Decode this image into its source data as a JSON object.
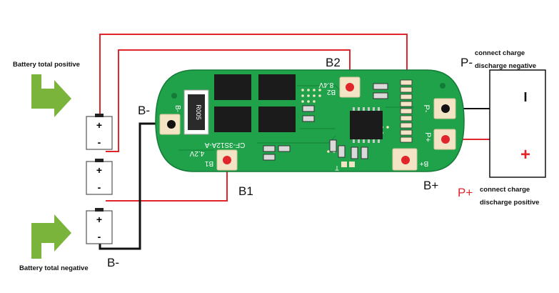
{
  "labels": {
    "battery_total_positive": "Battery total positive",
    "battery_total_negative": "Battery total negative",
    "b_minus_top": "B-",
    "b_minus_bottom": "B-",
    "b1": "B1",
    "b2": "B2",
    "b_plus": "B+",
    "p_minus": "P-",
    "p_minus_desc_1": "connect charge",
    "p_minus_desc_2": "discharge negative",
    "p_plus": "P+",
    "p_plus_desc_1": "connect charge",
    "p_plus_desc_2": "discharge positive",
    "load_minus_symbol": "I",
    "load_plus_symbol": "+"
  },
  "cells": [
    {
      "plus": "+",
      "minus": "-"
    },
    {
      "plus": "+",
      "minus": "-"
    },
    {
      "plus": "+",
      "minus": "-"
    }
  ],
  "pcb": {
    "resistor_code": "R005",
    "model_text": "CF-3S12A-A",
    "voltage_text": "4.2V",
    "voltage_text_mirrored": "8.4V",
    "pad_b1": "B1",
    "pad_b2": "B2",
    "pad_b_minus": "B-",
    "pad_b_plus": "B+",
    "pad_p_minus": "P-",
    "pad_p_plus": "P+",
    "test_t": "T"
  },
  "colors": {
    "pcb_green": "#1fa24a",
    "pcb_dark": "#147a37",
    "wire_red": "#e0262a",
    "wire_black": "#111111",
    "arrow_green": "#7bb43a",
    "pad": "#f3e4c6"
  }
}
